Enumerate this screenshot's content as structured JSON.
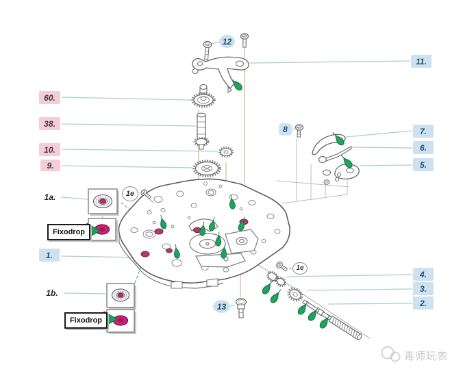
{
  "callouts": {
    "c12": "12",
    "c11": "11.",
    "c60": "60.",
    "c38": "38.",
    "c10": "10.",
    "c9": "9.",
    "c8": "8",
    "c7": "7.",
    "c6": "6.",
    "c5": "5.",
    "c1a": "1a.",
    "c1e_left": "1e",
    "c1": "1.",
    "c1b": "1b.",
    "c13": "13",
    "c1e_right": "1e",
    "c4": "4.",
    "c3": "3.",
    "c2": "2."
  },
  "fixodrop": {
    "top": "Fixodrop",
    "bottom": "Fixodrop"
  },
  "watermark": {
    "text": "毒师玩表"
  },
  "colors": {
    "label_blue_bg": "#cde2ee",
    "label_blue_text": "#1d4e79",
    "label_pink_bg": "#f6ccd7",
    "label_pink_text": "#3c3c3c",
    "leader_line": "#aad0cd",
    "projection_line": "#d9b48f",
    "lubricant_green": "#23a15e",
    "jewel_pink": "#c62572",
    "part_outline": "#666666",
    "dashed_teal": "#66b2a3",
    "watermark_gray": "#c8c8c8"
  }
}
